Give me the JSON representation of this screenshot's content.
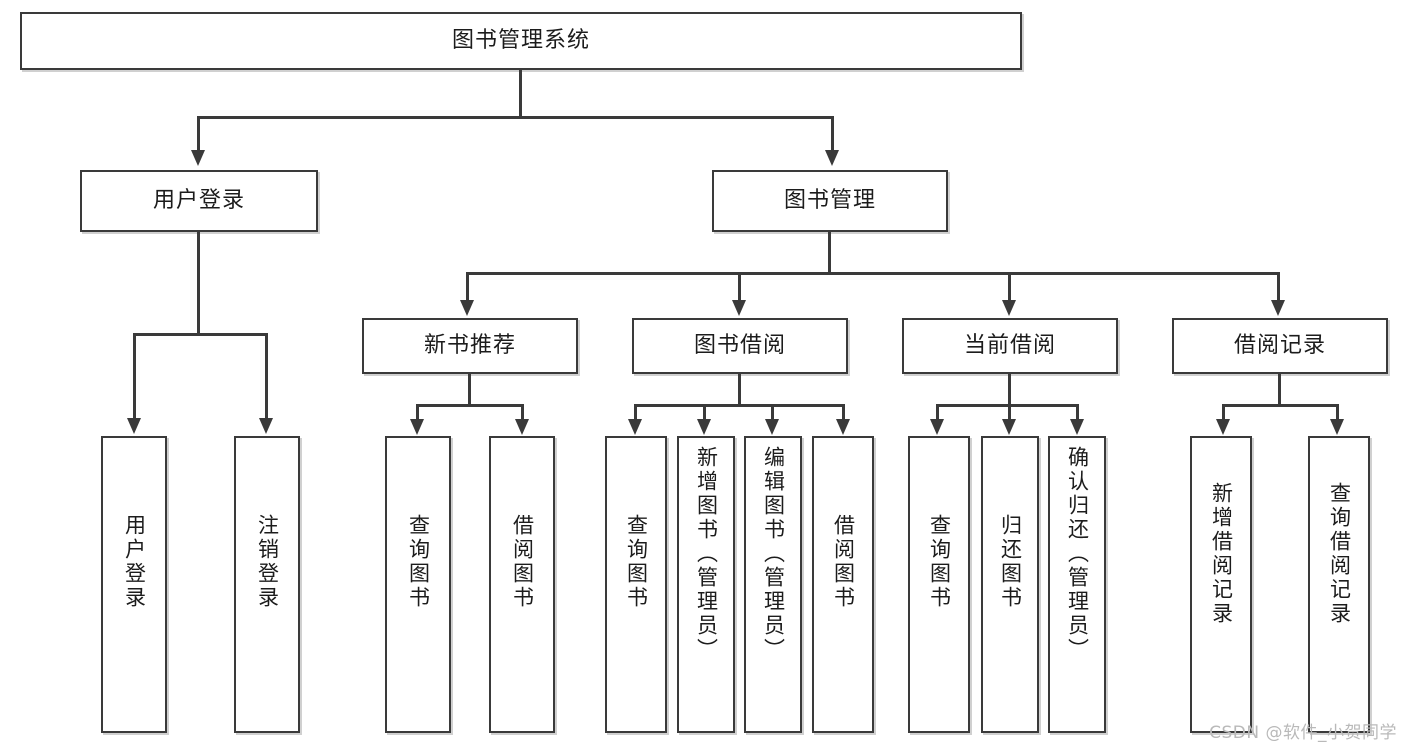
{
  "diagram": {
    "type": "tree-hierarchy",
    "title": "图书管理系统",
    "watermark": "CSDN @软件_小贺同学",
    "colors": {
      "stroke": "#3a3a3a",
      "fill": "#ffffff",
      "text": "#1c1c1c",
      "watermark": "#b9b9b9"
    },
    "levels": [
      {
        "level": 1,
        "nodes": [
          {
            "id": "root",
            "label": "图书管理系统",
            "orientation": "horizontal"
          }
        ]
      },
      {
        "level": 2,
        "nodes": [
          {
            "id": "login",
            "label": "用户登录",
            "parent": "root",
            "orientation": "horizontal"
          },
          {
            "id": "bookmgmt",
            "label": "图书管理",
            "parent": "root",
            "orientation": "horizontal"
          }
        ]
      },
      {
        "level": 3,
        "nodes": [
          {
            "id": "newbook",
            "label": "新书推荐",
            "parent": "bookmgmt",
            "orientation": "horizontal"
          },
          {
            "id": "borrow",
            "label": "图书借阅",
            "parent": "bookmgmt",
            "orientation": "horizontal"
          },
          {
            "id": "current",
            "label": "当前借阅",
            "parent": "bookmgmt",
            "orientation": "horizontal"
          },
          {
            "id": "records",
            "label": "借阅记录",
            "parent": "bookmgmt",
            "orientation": "horizontal"
          }
        ]
      },
      {
        "level": 4,
        "nodes": [
          {
            "id": "leaf1",
            "label": "用户登录",
            "parent": "login",
            "orientation": "vertical"
          },
          {
            "id": "leaf2",
            "label": "注销登录",
            "parent": "login",
            "orientation": "vertical"
          },
          {
            "id": "leaf3",
            "label": "查询图书",
            "parent": "newbook",
            "orientation": "vertical"
          },
          {
            "id": "leaf4",
            "label": "借阅图书",
            "parent": "newbook",
            "orientation": "vertical"
          },
          {
            "id": "leaf5",
            "label": "查询图书",
            "parent": "borrow",
            "orientation": "vertical"
          },
          {
            "id": "leaf6",
            "label": "新增图书（管理员）",
            "parent": "borrow",
            "orientation": "vertical"
          },
          {
            "id": "leaf7",
            "label": "编辑图书（管理员）",
            "parent": "borrow",
            "orientation": "vertical"
          },
          {
            "id": "leaf8",
            "label": "借阅图书",
            "parent": "borrow",
            "orientation": "vertical"
          },
          {
            "id": "leaf9",
            "label": "查询图书",
            "parent": "current",
            "orientation": "vertical"
          },
          {
            "id": "leaf10",
            "label": "归还图书",
            "parent": "current",
            "orientation": "vertical"
          },
          {
            "id": "leaf11",
            "label": "确认归还（管理员）",
            "parent": "current",
            "orientation": "vertical"
          },
          {
            "id": "leaf12",
            "label": "新增借阅记录",
            "parent": "records",
            "orientation": "vertical"
          },
          {
            "id": "leaf13",
            "label": "查询借阅记录",
            "parent": "records",
            "orientation": "vertical"
          }
        ]
      }
    ]
  }
}
